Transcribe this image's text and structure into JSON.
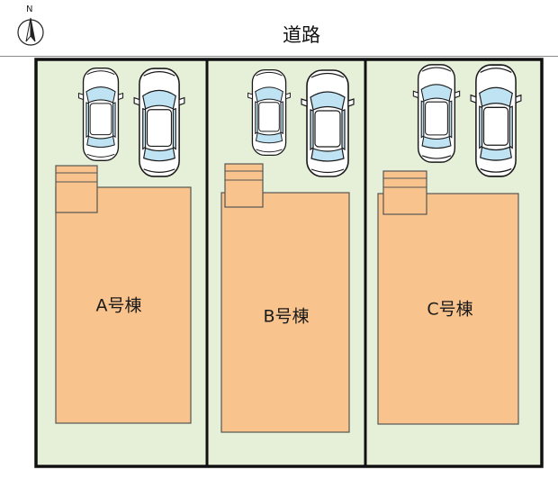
{
  "compass": {
    "label": "N"
  },
  "road": {
    "label": "道路"
  },
  "colors": {
    "lot_fill": "#e6efd8",
    "boundary": "#111111",
    "building_fill": "#f8c38c",
    "building_stroke": "#555555",
    "car_fill": "#bfe3f3",
    "car_stroke": "#1a1a1a"
  },
  "lots": [
    {
      "label": "A号棟"
    },
    {
      "label": "B号棟"
    },
    {
      "label": "C号棟"
    }
  ]
}
